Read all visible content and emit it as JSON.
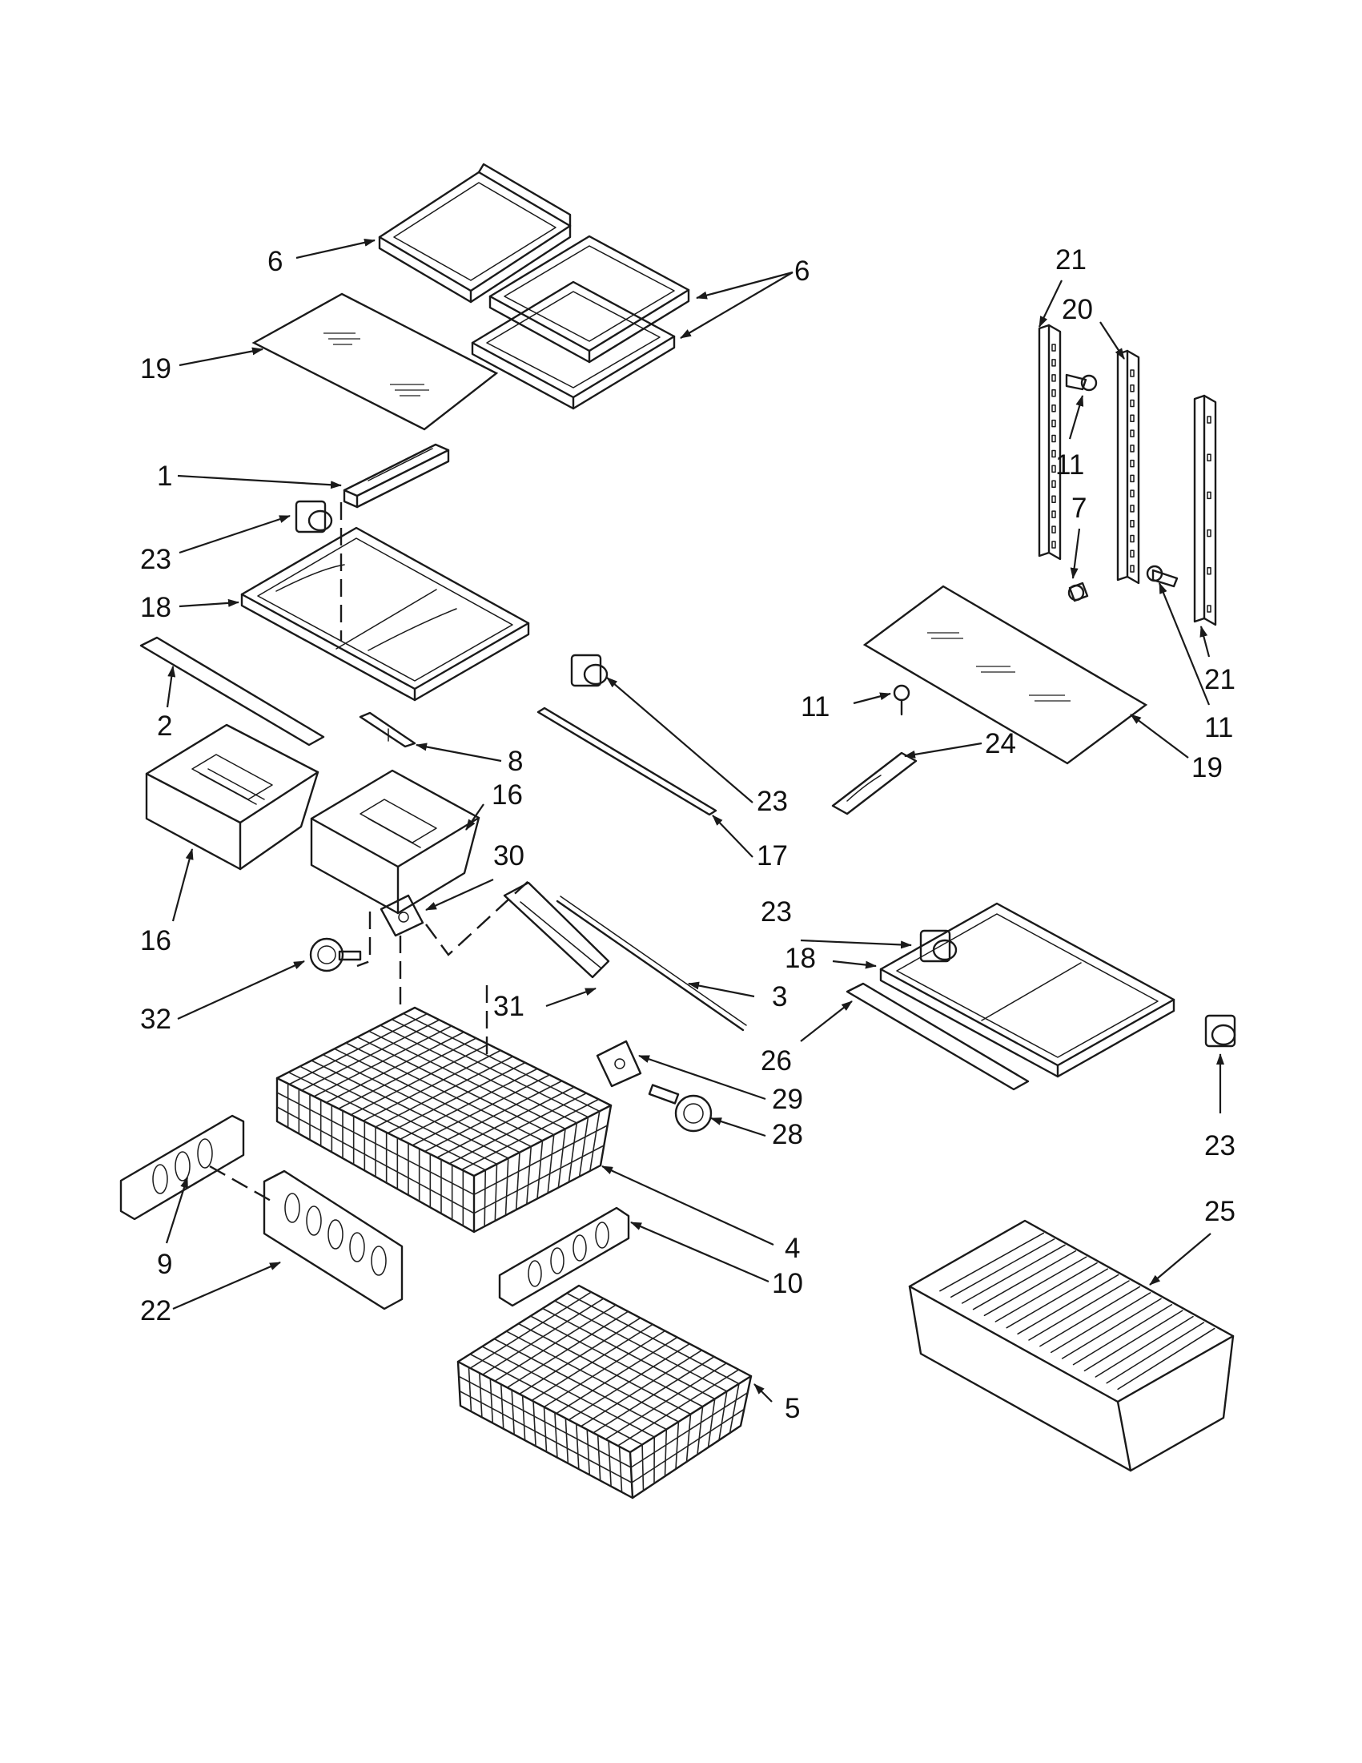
{
  "callouts": [
    {
      "id": "c6a",
      "label": "6"
    },
    {
      "id": "c6b",
      "label": "6"
    },
    {
      "id": "c19a",
      "label": "19"
    },
    {
      "id": "c1",
      "label": "1"
    },
    {
      "id": "c23a",
      "label": "23"
    },
    {
      "id": "c18a",
      "label": "18"
    },
    {
      "id": "c2",
      "label": "2"
    },
    {
      "id": "c8",
      "label": "8"
    },
    {
      "id": "c16a",
      "label": "16"
    },
    {
      "id": "c16b",
      "label": "16"
    },
    {
      "id": "c23b",
      "label": "23"
    },
    {
      "id": "c17",
      "label": "17"
    },
    {
      "id": "c30",
      "label": "30"
    },
    {
      "id": "c32",
      "label": "32"
    },
    {
      "id": "c31",
      "label": "31"
    },
    {
      "id": "c3",
      "label": "3"
    },
    {
      "id": "c29",
      "label": "29"
    },
    {
      "id": "c28",
      "label": "28"
    },
    {
      "id": "c4",
      "label": "4"
    },
    {
      "id": "c10",
      "label": "10"
    },
    {
      "id": "c9",
      "label": "9"
    },
    {
      "id": "c22",
      "label": "22"
    },
    {
      "id": "c5",
      "label": "5"
    },
    {
      "id": "c21a",
      "label": "21"
    },
    {
      "id": "c20",
      "label": "20"
    },
    {
      "id": "c11a",
      "label": "11"
    },
    {
      "id": "c7",
      "label": "7"
    },
    {
      "id": "c21b",
      "label": "21"
    },
    {
      "id": "c11b",
      "label": "11"
    },
    {
      "id": "c11c",
      "label": "11"
    },
    {
      "id": "c24",
      "label": "24"
    },
    {
      "id": "c19b",
      "label": "19"
    },
    {
      "id": "c23c",
      "label": "23"
    },
    {
      "id": "c18b",
      "label": "18"
    },
    {
      "id": "c26",
      "label": "26"
    },
    {
      "id": "c23d",
      "label": "23"
    },
    {
      "id": "c25",
      "label": "25"
    }
  ]
}
